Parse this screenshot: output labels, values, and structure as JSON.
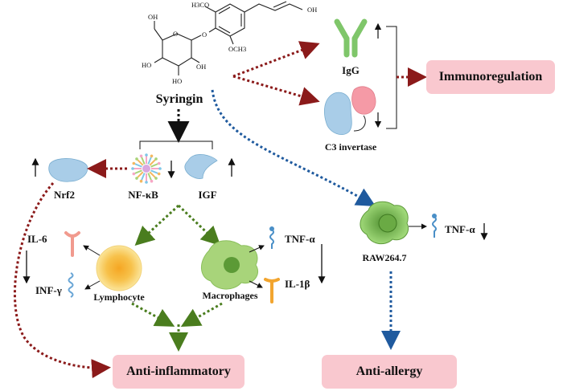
{
  "molecule": {
    "name": "Syringin",
    "groups": {
      "methoxy_top": "H3CO",
      "methoxy_bottom": "OCH3",
      "hydroxyl_chain": "OH",
      "oh_ring_1": "OH",
      "oh_ring_2": "HO",
      "oh_ring_3": "HO",
      "oh_ring_4": "OH"
    }
  },
  "targets": {
    "igg": "IgG",
    "c3": "C3 invertase",
    "nrf2": "Nrf2",
    "nfkb": "NF-κB",
    "igf": "IGF",
    "il6": "IL-6",
    "infg": "INF-γ",
    "lymphocyte": "Lymphocyte",
    "macrophages": "Macrophages",
    "tnfa": "TNF-α",
    "il1b": "IL-1β",
    "raw": "RAW264.7",
    "tnfa_raw": "TNF-α"
  },
  "outcomes": {
    "immunoregulation": "Immunoregulation",
    "anti_inflammatory": "Anti-inflammatory",
    "anti_allergy": "Anti-allergy"
  },
  "colors": {
    "red_arrow": "#8b1a1a",
    "blue_arrow": "#1f5a9e",
    "green_arrow": "#4a7d1e",
    "outcome_box": "#f9c8cf",
    "igg": "#7fc66a",
    "nrf2": "#a9cde8",
    "macrophage": "#a8d47a",
    "raw_cell": "#7cbf50"
  }
}
